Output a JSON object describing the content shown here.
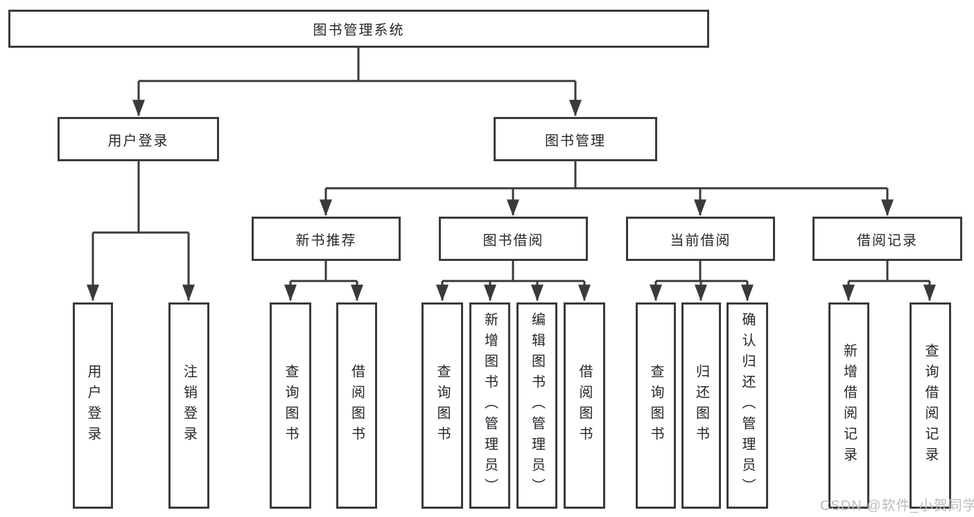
{
  "diagram": {
    "root": {
      "label": "图书管理系统"
    },
    "branches": [
      {
        "label": "用户登录"
      },
      {
        "label": "图书管理"
      }
    ],
    "modules": [
      {
        "label": "新书推荐",
        "parent": "图书管理"
      },
      {
        "label": "图书借阅",
        "parent": "图书管理"
      },
      {
        "label": "当前借阅",
        "parent": "图书管理"
      },
      {
        "label": "借阅记录",
        "parent": "图书管理"
      }
    ],
    "functions": [
      {
        "label": "用户登录",
        "parent": "用户登录"
      },
      {
        "label": "注销登录",
        "parent": "用户登录"
      },
      {
        "label": "查询图书",
        "parent": "新书推荐"
      },
      {
        "label": "借阅图书",
        "parent": "新书推荐"
      },
      {
        "label": "查询图书",
        "parent": "图书借阅"
      },
      {
        "label": "新增图书（管理员）",
        "parent": "图书借阅"
      },
      {
        "label": "编辑图书（管理员）",
        "parent": "图书借阅"
      },
      {
        "label": "借阅图书",
        "parent": "图书借阅"
      },
      {
        "label": "查询图书",
        "parent": "当前借阅"
      },
      {
        "label": "归还图书",
        "parent": "当前借阅"
      },
      {
        "label": "确认归还（管理员）",
        "parent": "当前借阅"
      },
      {
        "label": "新增借阅记录",
        "parent": "借阅记录"
      },
      {
        "label": "查询借阅记录",
        "parent": "借阅记录"
      }
    ],
    "watermark": "CSDN @软件_小贺同学",
    "colors": {
      "line": "#3a3a3a",
      "text": "#23272e",
      "watermark": "#bcbcbe",
      "background": "#ffffff"
    }
  }
}
